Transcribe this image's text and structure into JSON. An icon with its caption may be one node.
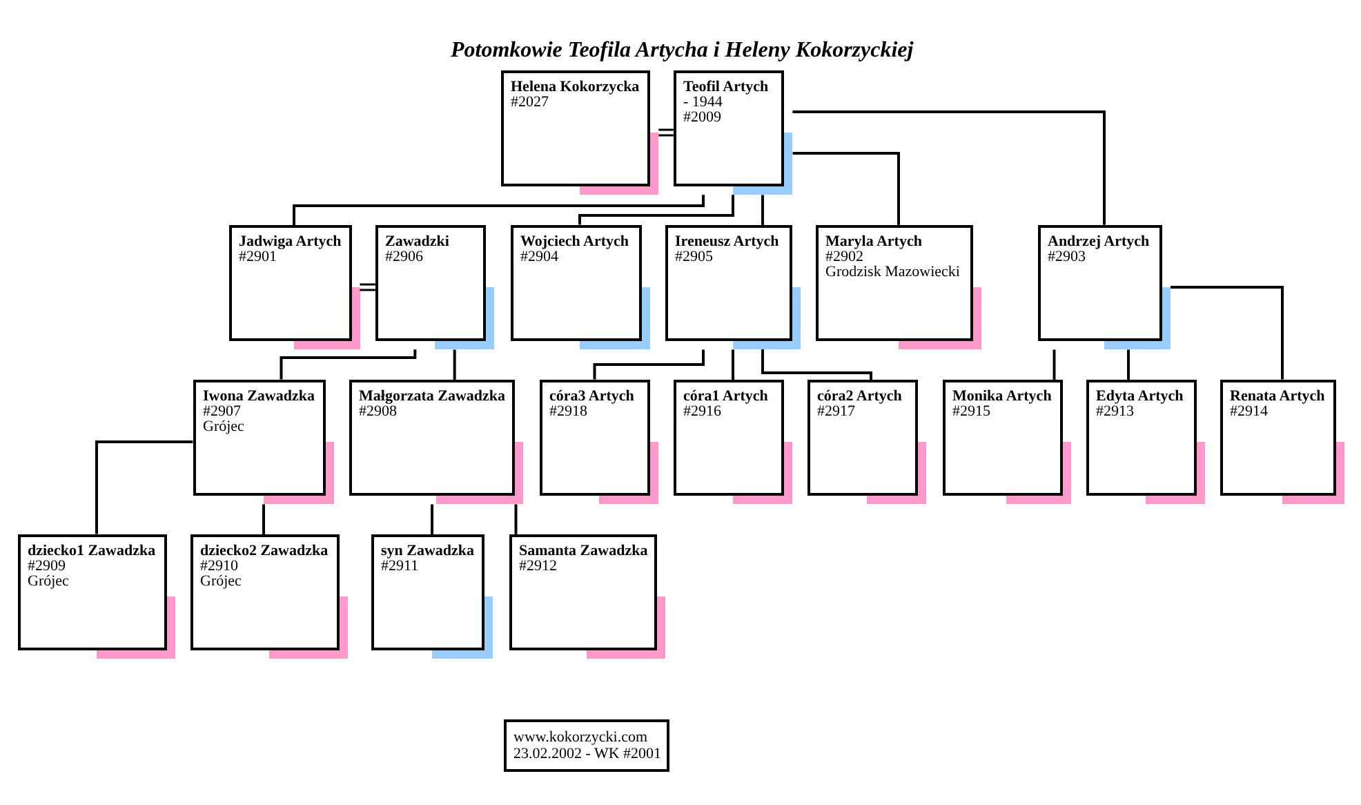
{
  "diagram": {
    "title": "Potomkowie Teofila Artycha i Heleny Kokorzyckiej",
    "nodes": [
      {
        "text": [
          "Helena Kokorzycka",
          "#2027"
        ]
      },
      {
        "text": [
          "Teofil Artych",
          "- 1944",
          "#2009"
        ]
      },
      {
        "text": [
          "Jadwiga Artych",
          "#2901"
        ]
      },
      {
        "text": [
          "Zawadzki",
          "#2906"
        ]
      },
      {
        "text": [
          "Maryla Artych",
          "#2902",
          "Grodzisk Mazowiecki"
        ]
      },
      {
        "text": [
          "Andrzej Artych",
          "#2903"
        ]
      },
      {
        "text": [
          "Wojciech Artych",
          "#2904"
        ]
      },
      {
        "text": [
          "Ireneusz Artych",
          "#2905"
        ]
      },
      {
        "text": [
          "Iwona Zawadzka",
          "#2907",
          "Grójec"
        ]
      },
      {
        "text": [
          "Małgorzata Zawadzka",
          "#2908"
        ]
      },
      {
        "text": [
          "Edyta Artych",
          "#2913"
        ]
      },
      {
        "text": [
          "Renata Artych",
          "#2914"
        ]
      },
      {
        "text": [
          "Monika Artych",
          "#2915"
        ]
      },
      {
        "text": [
          "córa1 Artych",
          "#2916"
        ]
      },
      {
        "text": [
          "córa2 Artych",
          "#2917"
        ]
      },
      {
        "text": [
          "córa3 Artych",
          "#2918"
        ]
      },
      {
        "text": [
          "dziecko1 Zawadzka",
          "#2909",
          "Grójec"
        ]
      },
      {
        "text": [
          "dziecko2 Zawadzka",
          "#2910",
          "Grójec"
        ]
      },
      {
        "text": [
          "syn Zawadzka",
          "#2911"
        ]
      },
      {
        "text": [
          "Samanta Zawadzka",
          "#2912"
        ]
      },
      {
        "text": [
          "www.kokorzycki.com",
          "23.02.2002 - WK #2001"
        ]
      }
    ],
    "edges": [
      {
        "from": 0,
        "to": 1,
        "arrow": "none"
      },
      {
        "from": 1,
        "to": 2,
        "arrow": "none"
      },
      {
        "from": 1,
        "to": 4,
        "arrow": "none"
      },
      {
        "from": 1,
        "to": 5,
        "arrow": "none"
      },
      {
        "from": 1,
        "to": 6,
        "arrow": "none"
      },
      {
        "from": 1,
        "to": 7,
        "arrow": "none"
      },
      {
        "from": 2,
        "to": 3,
        "arrow": "none"
      },
      {
        "from": 3,
        "to": 8,
        "arrow": "none"
      },
      {
        "from": 3,
        "to": 9,
        "arrow": "none"
      },
      {
        "from": 5,
        "to": 10,
        "arrow": "none"
      },
      {
        "from": 5,
        "to": 11,
        "arrow": "none"
      },
      {
        "from": 5,
        "to": 12,
        "arrow": "none"
      },
      {
        "from": 7,
        "to": 13,
        "arrow": "none"
      },
      {
        "from": 7,
        "to": 14,
        "arrow": "none"
      },
      {
        "from": 7,
        "to": 15,
        "arrow": "none"
      },
      {
        "from": 8,
        "to": 16,
        "arrow": "none"
      },
      {
        "from": 8,
        "to": 17,
        "arrow": "none"
      },
      {
        "from": 9,
        "to": 18,
        "arrow": "none"
      },
      {
        "from": 9,
        "to": 19,
        "arrow": "none"
      }
    ]
  }
}
